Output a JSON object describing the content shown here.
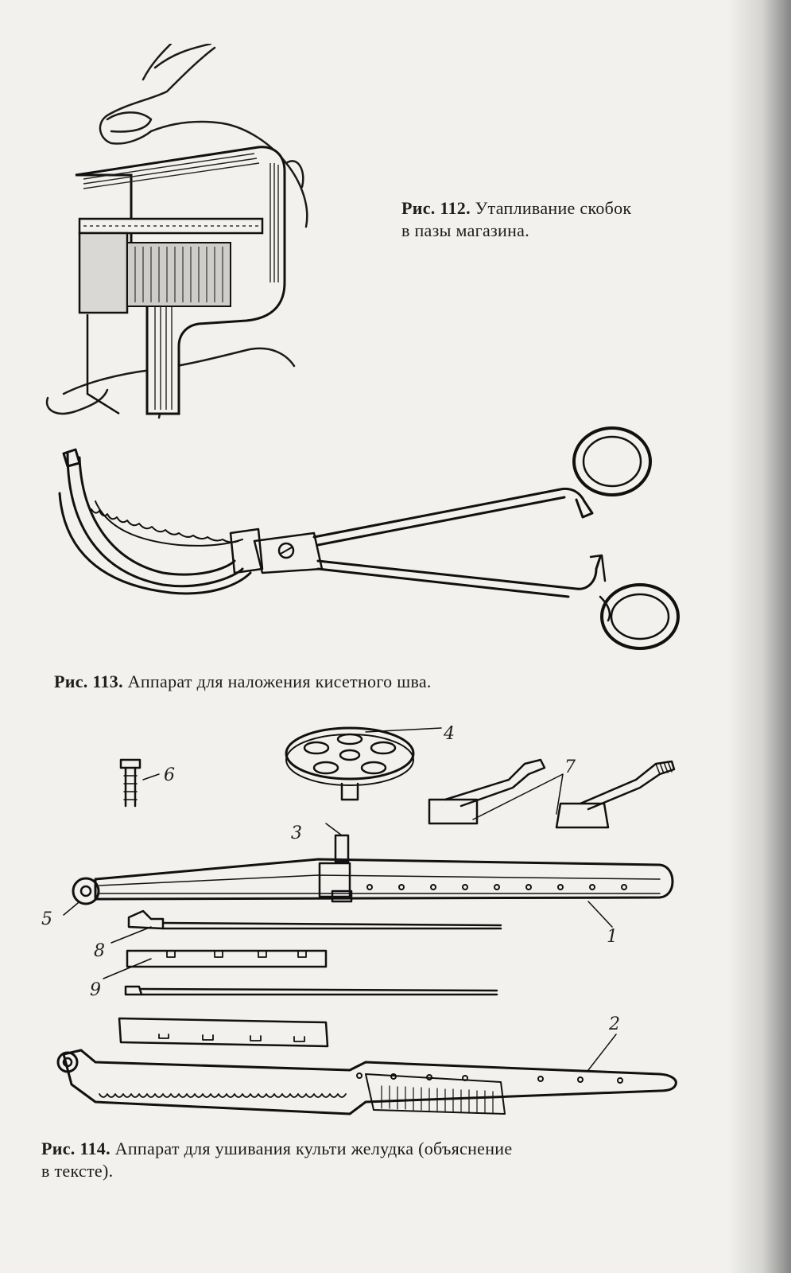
{
  "fig112": {
    "number": "Рис. 112.",
    "text_line1": " Утапливание скобок",
    "text_line2": "в пазы магазина."
  },
  "fig113": {
    "number": "Рис. 113.",
    "text": " Аппарат для наложения кисетного шва."
  },
  "fig114": {
    "number": "Рис. 114.",
    "text_line1": " Аппарат для ушивания культи желудка (объяснение",
    "text_line2": "в тексте).",
    "labels": {
      "l1": "1",
      "l2": "2",
      "l3": "3",
      "l4": "4",
      "l5": "5",
      "l6": "6",
      "l7": "7",
      "l8": "8",
      "l9": "9"
    }
  }
}
